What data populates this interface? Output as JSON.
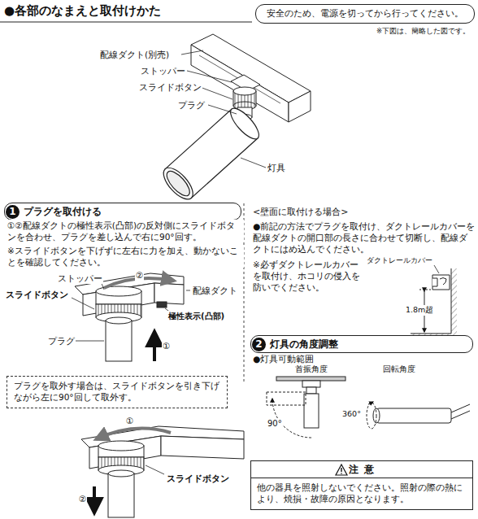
{
  "diagram": {
    "title": "●各部のなまえと取付けかた",
    "nodes": [
      {
        "text": [
          "安全のため、電源を切ってから行ってください。"
        ]
      },
      {
        "text": [
          "1",
          "プラグを取付ける"
        ]
      },
      {
        "text": [
          "プラグを取外す場合は、スライドボタンを引き下げながら左に90°回して取外す。"
        ]
      },
      {
        "text": [
          "2",
          "灯具の角度調整"
        ]
      },
      {
        "text": [
          "注 意",
          "他の器具を照射しないでください。照射の際の熱により、焼損・故障の原因となります。"
        ]
      }
    ],
    "labels": [
      "※下図は、簡略した図です。",
      "配線ダクト(別売)",
      "ストッパー",
      "スライドボタン",
      "プラグ",
      "灯具",
      "①②配線ダクトの極性表示(凸部)の反対側にスライドボタンを合わせ、プラグを差し込んで右に90°回す。",
      "※スライドボタンを下げずに左右に力を加え、動かないことを確認してください。",
      "ストッパー",
      "スライドボタン",
      "②",
      "配線ダクト",
      "極性表示(凸部)",
      "プラグ",
      "①",
      "①",
      "スライドボタン",
      "②",
      "<壁面に取付ける場合>",
      "●前記の方法でプラグを取付け、ダクトレールカバーを配線ダクトの開口部の長さに合わせて切断し、配線ダクトにはめ込んでください。",
      "※必ずダクトレールカバーを取付け、ホコリの侵入を防いでください。",
      "ダクトレールカバー",
      "1.8m超",
      "●灯具可動範囲",
      "首振角度",
      "回転角度",
      "90°",
      "360°"
    ]
  }
}
